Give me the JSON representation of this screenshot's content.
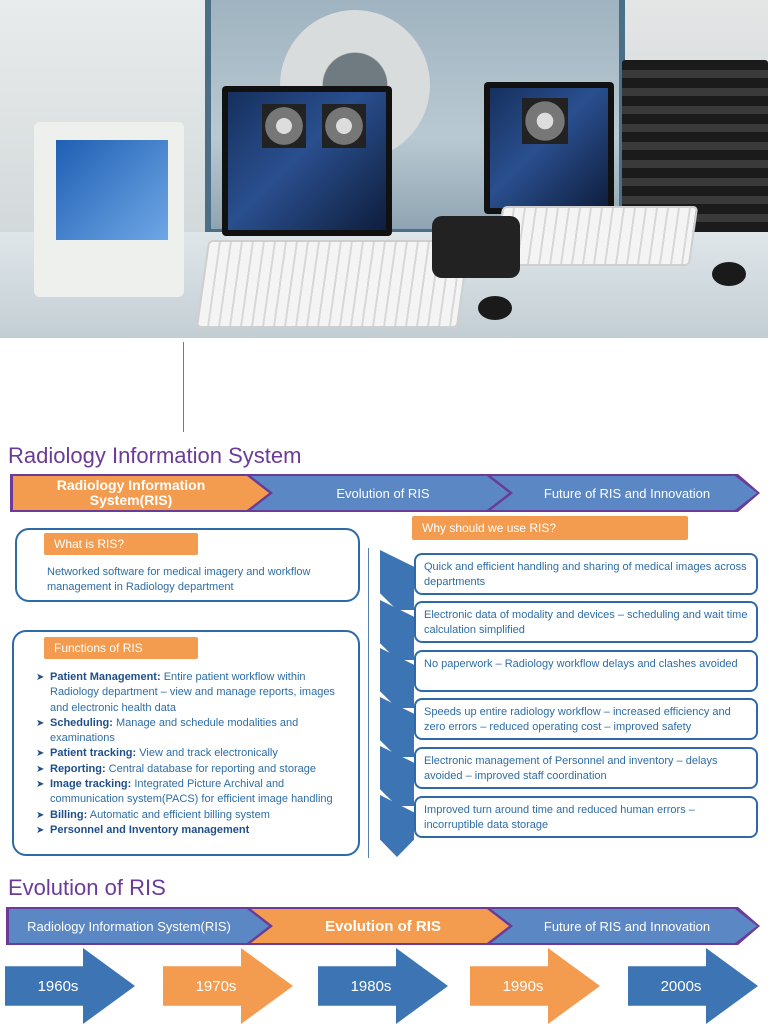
{
  "page": {
    "main_title": "Radiology Information System",
    "evolution_title": "Evolution of RIS"
  },
  "nav1": {
    "ris": "Radiology Information System(RIS)",
    "evolution": "Evolution of RIS",
    "future": "Future of RIS and Innovation"
  },
  "what": {
    "label": "What is RIS?",
    "text": "Networked software for medical imagery and workflow management in Radiology department"
  },
  "functions": {
    "label": "Functions of RIS",
    "items": [
      {
        "title": "Patient Management:",
        "text": " Entire patient workflow within Radiology department – view and manage reports, images and electronic health data"
      },
      {
        "title": "Scheduling:",
        "text": " Manage and schedule modalities and examinations"
      },
      {
        "title": "Patient tracking:",
        "text": " View and track electronically"
      },
      {
        "title": "Reporting:",
        "text": " Central database for reporting and storage"
      },
      {
        "title": "Image tracking:",
        "text": " Integrated Picture Archival and communication system(PACS) for efficient image handling"
      },
      {
        "title": "Billing:",
        "text": " Automatic and efficient billing system"
      },
      {
        "title": "Personnel and Inventory management",
        "text": ""
      }
    ]
  },
  "why": {
    "label": "Why should we use RIS?",
    "items": [
      "Quick and efficient handling and sharing of medical images across departments",
      "Electronic data of modality and devices – scheduling and wait time calculation simplified",
      "No paperwork – Radiology workflow delays and clashes avoided",
      "Speeds up entire radiology workflow – increased efficiency and zero errors – reduced operating cost – improved safety",
      "Electronic management of Personnel and inventory – delays avoided – improved staff coordination",
      "Improved turn around time and reduced human errors – incorruptible data storage"
    ]
  },
  "nav2": {
    "ris": "Radiology Information System(RIS)",
    "evolution": "Evolution of RIS",
    "future": "Future of RIS and Innovation"
  },
  "timeline": [
    "1960s",
    "1970s",
    "1980s",
    "1990s",
    "2000s"
  ],
  "colors": {
    "orange": "#f39c4f",
    "blue": "#5b87c4",
    "dark_blue": "#2f6aa8",
    "purple": "#6a3b98"
  }
}
